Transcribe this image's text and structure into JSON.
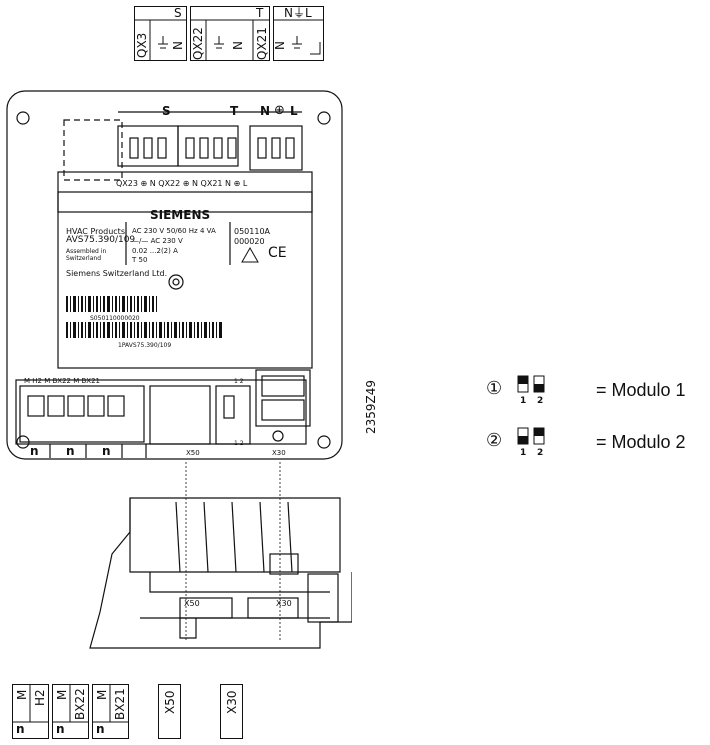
{
  "top_terminals": {
    "s_label": "S",
    "t_label": "T",
    "nl_label": "N⏚L",
    "qx3": "QX3",
    "qx22": "QX22",
    "qx21": "QX21",
    "n": "N"
  },
  "device": {
    "header_s": "S",
    "header_t": "T",
    "header_n": "N",
    "header_l": "L",
    "row_labels": "QX23 ⊕  N   QX22 ⊕  N  QX21       N   ⊕   L",
    "brand": "SIEMENS",
    "product_line": "HVAC Products",
    "model": "AVS75.390/109",
    "assembled": "Assembled in",
    "country": "Switzerland",
    "rating1": "AC 230 V   50/60 Hz   4 VA",
    "rating2": "—/— AC 230 V",
    "rating3": "0.02 ...2(2) A",
    "rating4": "T 50",
    "code1": "050110A",
    "code2": "000020",
    "company": "Siemens Switzerland Ltd.",
    "serial": "S050110000020",
    "part": "1PAVS75.390/109",
    "bottom_labels": "M  H2   M  BX22  M  BX21",
    "x50": "X50",
    "x30": "X30",
    "dip1": "1  2",
    "dip2": "1  2",
    "n1": "n",
    "n2": "n",
    "n3": "n",
    "drawing_no": "2359Z49"
  },
  "legend": {
    "item1_num": "①",
    "item1_text": "= Modulo 1",
    "item2_num": "②",
    "item2_text": "= Modulo 2",
    "sub1": "1",
    "sub2": "2"
  },
  "side_view": {
    "x50": "X50",
    "x30": "X30"
  },
  "bottom_terminals": {
    "m1": "M",
    "h2": "H2",
    "m2": "M",
    "bx22": "BX22",
    "m3": "M",
    "bx21": "BX21",
    "x50": "X50",
    "x30": "X30",
    "n1": "n",
    "n2": "n",
    "n3": "n"
  }
}
